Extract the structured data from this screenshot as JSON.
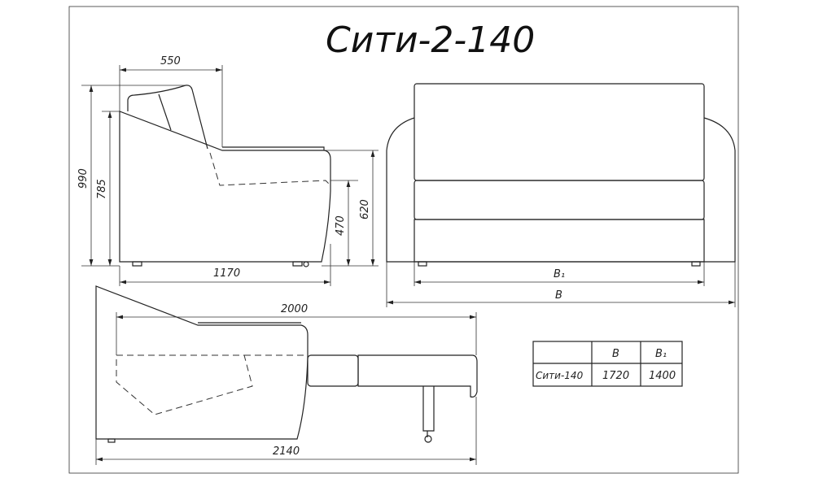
{
  "title": "Сити-2-140",
  "side_view": {
    "dim_depth_top": "550",
    "dim_height_total": "990",
    "dim_height_arm": "785",
    "dim_height_seat_back": "620",
    "dim_seat_height": "470",
    "dim_depth": "1170"
  },
  "front_view": {
    "dim_b1": "B₁",
    "dim_b": "B"
  },
  "unfolded_view": {
    "dim_sleep_length": "2000",
    "dim_total_length": "2140"
  },
  "table": {
    "headers": [
      "",
      "B",
      "B₁"
    ],
    "rows": [
      [
        "Сити-140",
        "1720",
        "1400"
      ]
    ]
  }
}
